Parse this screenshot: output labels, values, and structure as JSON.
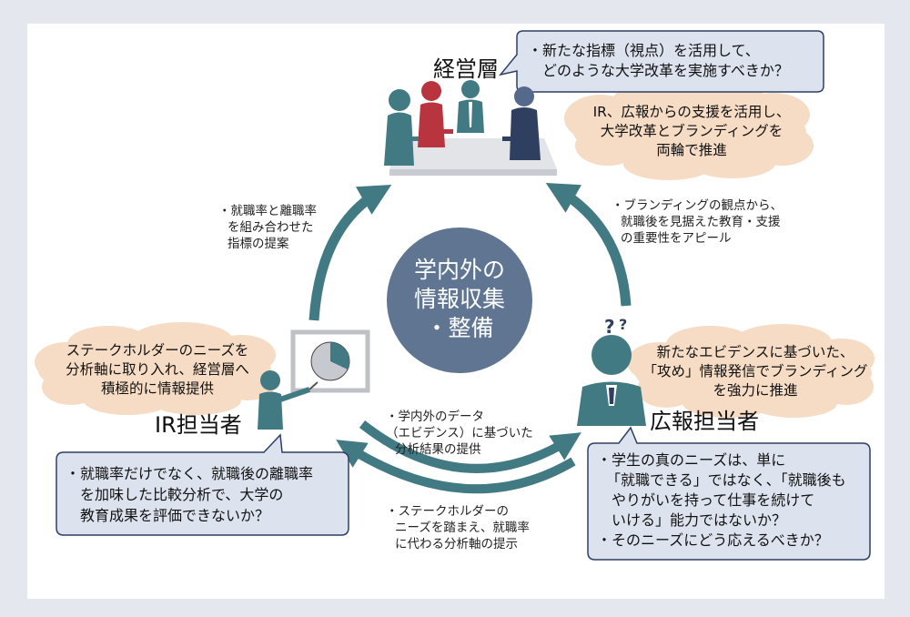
{
  "center": {
    "lines": [
      "学内外の",
      "情報収集",
      "・整備"
    ]
  },
  "roles": {
    "management": "経営層",
    "ir": "IR担当者",
    "pr": "広報担当者"
  },
  "bubbles": {
    "management": [
      "・新たな指標（視点）を活用して、",
      "どのような大学改革を実施すべきか？"
    ],
    "ir": [
      "・就職率だけでなく、就職後の離職率",
      "を加味した比較分析で、大学の",
      "教育成果を評価できないか？"
    ],
    "pr": [
      "・学生の真のニーズは、単に",
      "「就職できる」ではなく、「就職後も",
      "やりがいを持って仕事を続けて",
      "いける」能力ではないか？",
      "・そのニーズにどう応えるべきか？"
    ]
  },
  "clouds": {
    "management": [
      "IR、広報からの支援を活用し、",
      "大学改革とブランディングを",
      "両輪で推進"
    ],
    "ir": [
      "ステークホルダーのニーズを",
      "分析軸に取り入れ、経営層へ",
      "積極的に情報提供"
    ],
    "pr": [
      "新たなエビデンスに基づいた、",
      "「攻め」情報発信でブランディング",
      "を強力に推進"
    ]
  },
  "arrow_notes": {
    "left": [
      "・就職率と離職率",
      "を組み合わせた",
      "指標の提案"
    ],
    "right": [
      "・ブランディングの観点から、",
      "就職後を見据えた教育・支援",
      "の重要性をアピール"
    ],
    "bottom_upper": [
      "・学内外のデータ",
      "（エビデンス）に基づいた",
      "分析結果の提供"
    ],
    "bottom_lower": [
      "・ステークホルダーの",
      "ニーズを踏まえ、就職率",
      "に代わる分析軸の提示"
    ]
  },
  "icons": {
    "management": "meeting-people-icon",
    "ir": "presenter-icon",
    "pr": "confused-person-icon",
    "chart": "pie-chart-icon"
  },
  "colors": {
    "teal": "#417a83",
    "center_circle": "#5f7592",
    "cloud": "#f6dcc4",
    "bubble_fill": "#dde3ee",
    "bubble_border": "#2d3f62",
    "red_person": "#b8343f"
  }
}
